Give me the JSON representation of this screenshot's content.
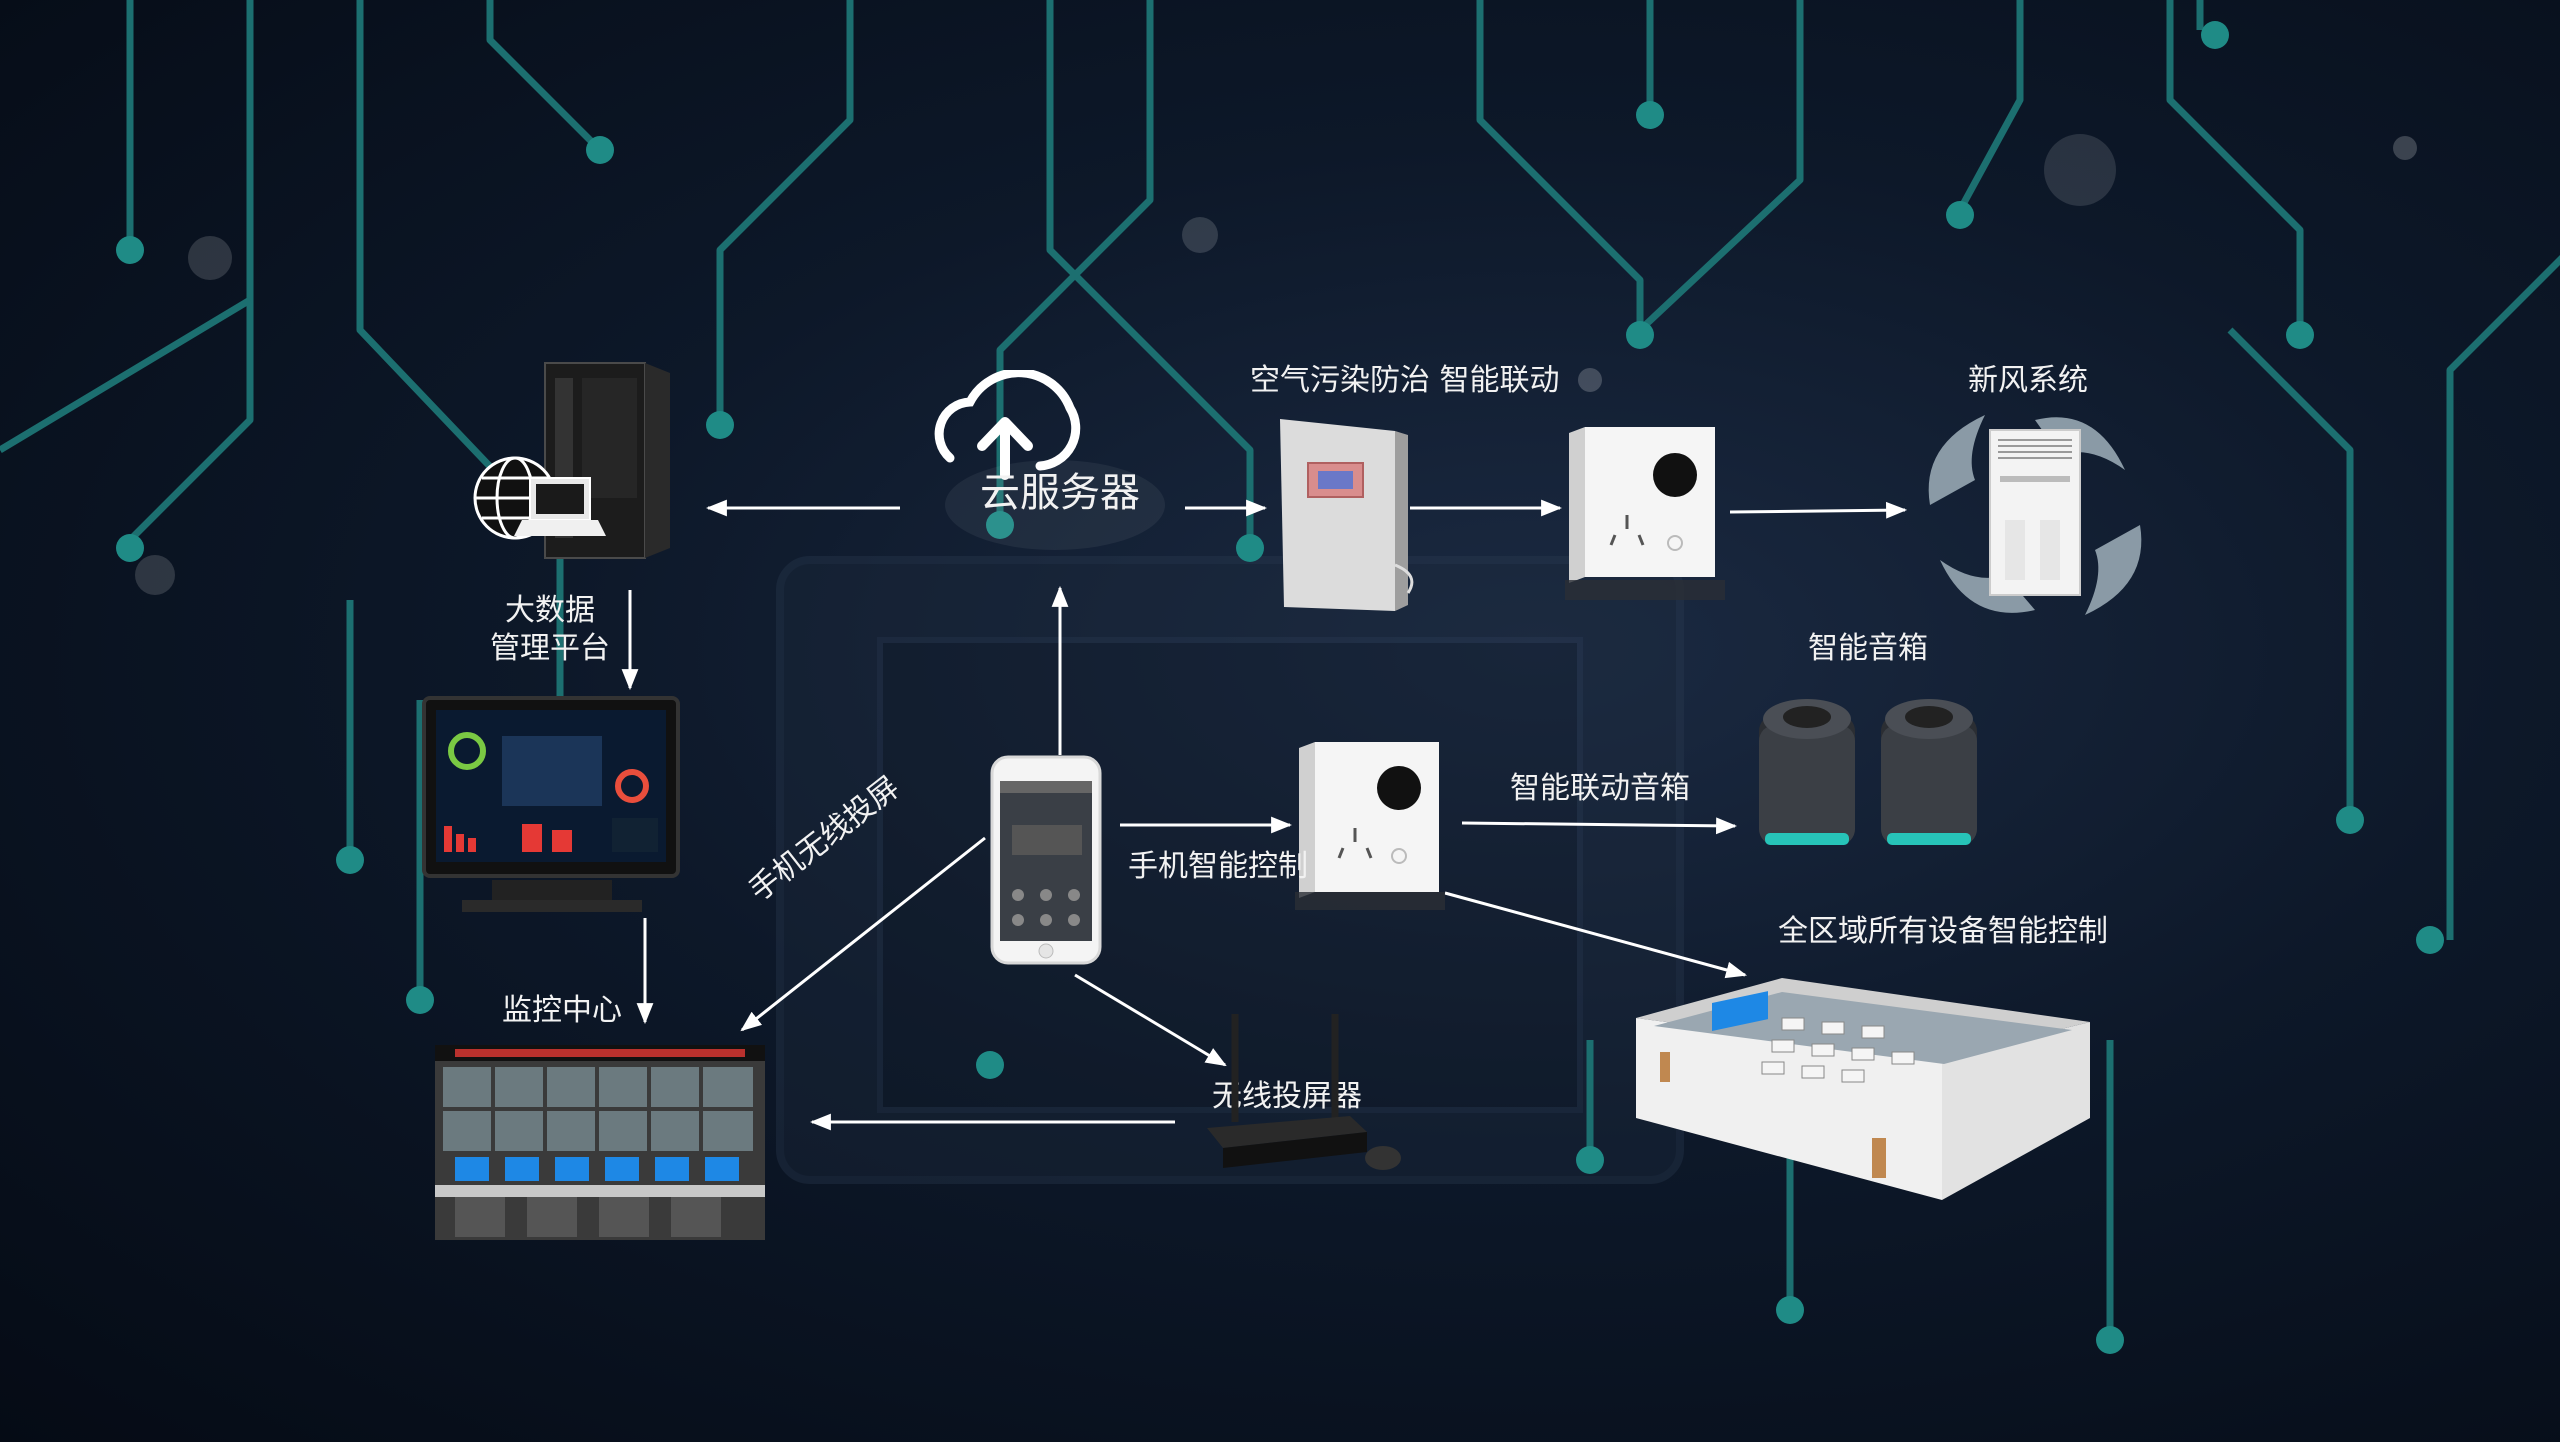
{
  "cloud": {
    "label": "云服务器"
  },
  "labels": {
    "big_data": "大数据\n管理平台",
    "monitor_center": "监控中心",
    "air_pollution": "空气污染防治 智能联动",
    "fresh_air": "新风系统",
    "smart_speaker": "智能音箱",
    "phone_control": "手机智能控制",
    "linked_speaker": "智能联动音箱",
    "all_area": "全区域所有设备智能控制",
    "wireless_cast": "手机无线投屏",
    "wireless_projector": "无线投屏器"
  },
  "colors": {
    "circuit": "#1c6f70",
    "circuit_dot": "#1f8b86",
    "background": "#0d1829",
    "arrow": "#ffffff",
    "speaker_glow": "#26d3c5"
  }
}
